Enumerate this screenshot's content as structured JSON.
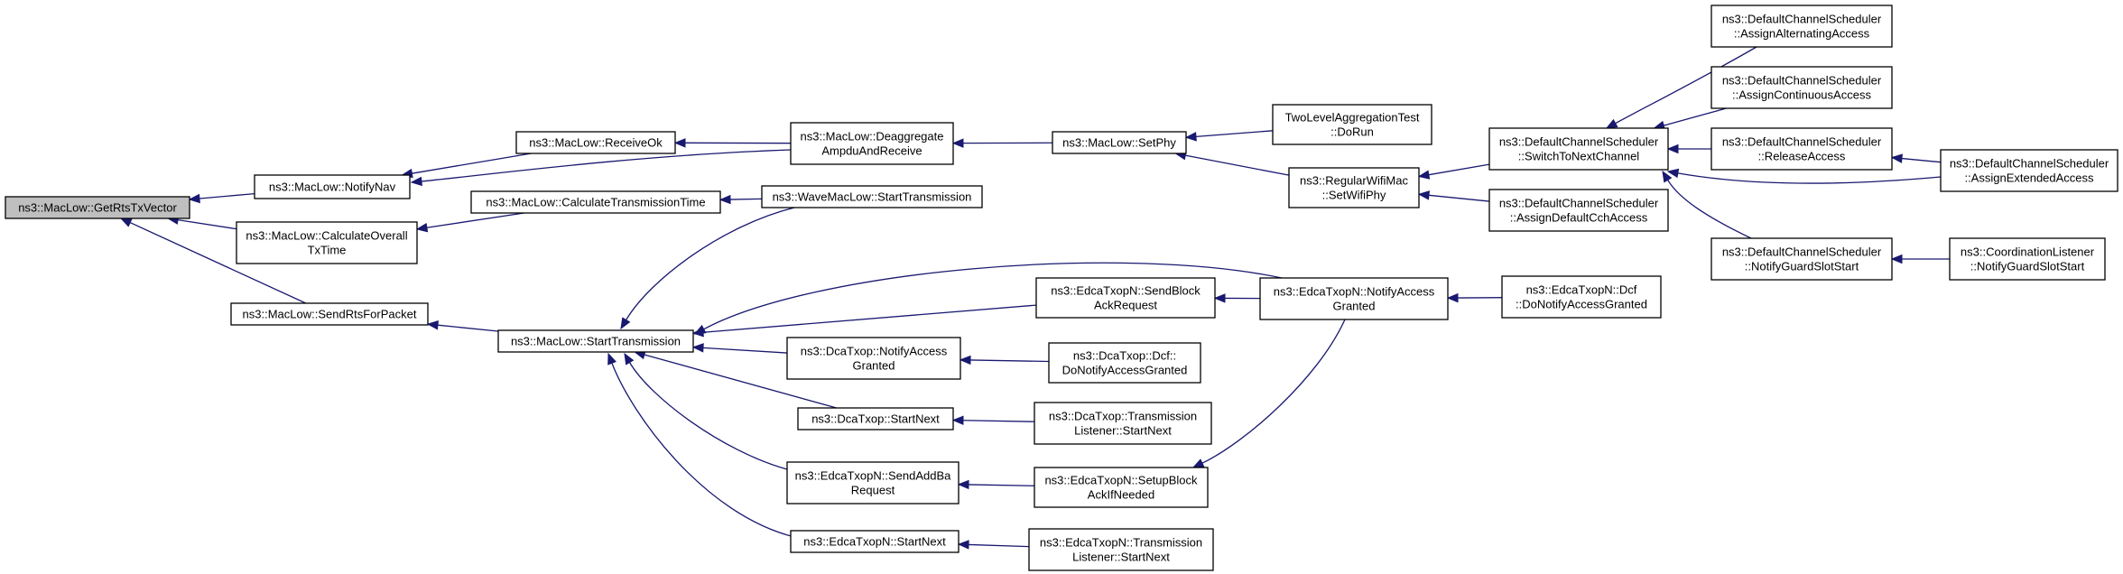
{
  "nodes": {
    "getRtsTxVector": {
      "lines": [
        "ns3::MacLow::GetRtsTxVector"
      ],
      "root": true
    },
    "notifyNav": {
      "lines": [
        "ns3::MacLow::NotifyNav"
      ]
    },
    "calculateOverallTxTime": {
      "lines": [
        "ns3::MacLow::CalculateOverall",
        "TxTime"
      ]
    },
    "sendRtsForPacket": {
      "lines": [
        "ns3::MacLow::SendRtsForPacket"
      ]
    },
    "receiveOk": {
      "lines": [
        "ns3::MacLow::ReceiveOk"
      ]
    },
    "calculateTransmissionTime": {
      "lines": [
        "ns3::MacLow::CalculateTransmissionTime"
      ]
    },
    "startTransmission": {
      "lines": [
        "ns3::MacLow::StartTransmission"
      ]
    },
    "deaggregate": {
      "lines": [
        "ns3::MacLow::Deaggregate",
        "AmpduAndReceive"
      ]
    },
    "waveStartTransmission": {
      "lines": [
        "ns3::WaveMacLow::StartTransmission"
      ]
    },
    "dcaNotifyAccessGranted": {
      "lines": [
        "ns3::DcaTxop::NotifyAccess",
        "Granted"
      ]
    },
    "dcaStartNext": {
      "lines": [
        "ns3::DcaTxop::StartNext"
      ]
    },
    "edcaSendAddBa": {
      "lines": [
        "ns3::EdcaTxopN::SendAddBa",
        "Request"
      ]
    },
    "edcaStartNext": {
      "lines": [
        "ns3::EdcaTxopN::StartNext"
      ]
    },
    "setPhy": {
      "lines": [
        "ns3::MacLow::SetPhy"
      ]
    },
    "edcaSendBlockAck": {
      "lines": [
        "ns3::EdcaTxopN::SendBlock",
        "AckRequest"
      ]
    },
    "dcaDcfNotify": {
      "lines": [
        "ns3::DcaTxop::Dcf::",
        "DoNotifyAccessGranted"
      ]
    },
    "dcaTransListener": {
      "lines": [
        "ns3::DcaTxop::Transmission",
        "Listener::StartNext"
      ]
    },
    "edcaSetupBlockAck": {
      "lines": [
        "ns3::EdcaTxopN::SetupBlock",
        "AckIfNeeded"
      ]
    },
    "edcaTransListener": {
      "lines": [
        "ns3::EdcaTxopN::Transmission",
        "Listener::StartNext"
      ]
    },
    "twoLevelDoRun": {
      "lines": [
        "TwoLevelAggregationTest",
        "::DoRun"
      ]
    },
    "regularSetWifiPhy": {
      "lines": [
        "ns3::RegularWifiMac",
        "::SetWifiPhy"
      ]
    },
    "edcaNotifyAccessGranted": {
      "lines": [
        "ns3::EdcaTxopN::NotifyAccess",
        "Granted"
      ]
    },
    "switchToNextChannel": {
      "lines": [
        "ns3::DefaultChannelScheduler",
        "::SwitchToNextChannel"
      ]
    },
    "assignDefaultCch": {
      "lines": [
        "ns3::DefaultChannelScheduler",
        "::AssignDefaultCchAccess"
      ]
    },
    "edcaDcfNotify": {
      "lines": [
        "ns3::EdcaTxopN::Dcf",
        "::DoNotifyAccessGranted"
      ]
    },
    "assignAlternating": {
      "lines": [
        "ns3::DefaultChannelScheduler",
        "::AssignAlternatingAccess"
      ]
    },
    "assignContinuous": {
      "lines": [
        "ns3::DefaultChannelScheduler",
        "::AssignContinuousAccess"
      ]
    },
    "releaseAccess": {
      "lines": [
        "ns3::DefaultChannelScheduler",
        "::ReleaseAccess"
      ]
    },
    "notifyGuardSlotStart": {
      "lines": [
        "ns3::DefaultChannelScheduler",
        "::NotifyGuardSlotStart"
      ]
    },
    "assignExtended": {
      "lines": [
        "ns3::DefaultChannelScheduler",
        "::AssignExtendedAccess"
      ]
    },
    "coordListener": {
      "lines": [
        "ns3::CoordinationListener",
        "::NotifyGuardSlotStart"
      ]
    }
  },
  "edges": [
    {
      "from": "notifyNav",
      "to": "getRtsTxVector"
    },
    {
      "from": "calculateOverallTxTime",
      "to": "getRtsTxVector"
    },
    {
      "from": "sendRtsForPacket",
      "to": "getRtsTxVector"
    },
    {
      "from": "receiveOk",
      "to": "notifyNav"
    },
    {
      "from": "deaggregate",
      "to": "notifyNav"
    },
    {
      "from": "calculateTransmissionTime",
      "to": "calculateOverallTxTime"
    },
    {
      "from": "startTransmission",
      "to": "sendRtsForPacket"
    },
    {
      "from": "deaggregate",
      "to": "receiveOk"
    },
    {
      "from": "waveStartTransmission",
      "to": "calculateTransmissionTime"
    },
    {
      "from": "waveStartTransmission",
      "to": "startTransmission"
    },
    {
      "from": "edcaNotifyAccessGranted",
      "to": "startTransmission"
    },
    {
      "from": "edcaSendBlockAck",
      "to": "startTransmission"
    },
    {
      "from": "dcaNotifyAccessGranted",
      "to": "startTransmission"
    },
    {
      "from": "dcaStartNext",
      "to": "startTransmission"
    },
    {
      "from": "edcaSendAddBa",
      "to": "startTransmission"
    },
    {
      "from": "edcaStartNext",
      "to": "startTransmission"
    },
    {
      "from": "setPhy",
      "to": "deaggregate"
    },
    {
      "from": "twoLevelDoRun",
      "to": "setPhy"
    },
    {
      "from": "regularSetWifiPhy",
      "to": "setPhy"
    },
    {
      "from": "edcaNotifyAccessGranted",
      "to": "edcaSendBlockAck"
    },
    {
      "from": "dcaDcfNotify",
      "to": "dcaNotifyAccessGranted"
    },
    {
      "from": "dcaTransListener",
      "to": "dcaStartNext"
    },
    {
      "from": "edcaSetupBlockAck",
      "to": "edcaSendAddBa"
    },
    {
      "from": "edcaTransListener",
      "to": "edcaStartNext"
    },
    {
      "from": "edcaNotifyAccessGranted",
      "to": "edcaSetupBlockAck"
    },
    {
      "from": "switchToNextChannel",
      "to": "regularSetWifiPhy"
    },
    {
      "from": "assignDefaultCch",
      "to": "regularSetWifiPhy"
    },
    {
      "from": "edcaDcfNotify",
      "to": "edcaNotifyAccessGranted"
    },
    {
      "from": "assignAlternating",
      "to": "switchToNextChannel"
    },
    {
      "from": "assignContinuous",
      "to": "switchToNextChannel"
    },
    {
      "from": "releaseAccess",
      "to": "switchToNextChannel"
    },
    {
      "from": "assignExtended",
      "to": "switchToNextChannel"
    },
    {
      "from": "notifyGuardSlotStart",
      "to": "switchToNextChannel"
    },
    {
      "from": "assignExtended",
      "to": "releaseAccess"
    },
    {
      "from": "coordListener",
      "to": "notifyGuardSlotStart"
    }
  ],
  "colors": {
    "edge": "#191970",
    "root_fill": "#bfbfbf",
    "node_fill": "#ffffff",
    "node_border": "#000000"
  }
}
